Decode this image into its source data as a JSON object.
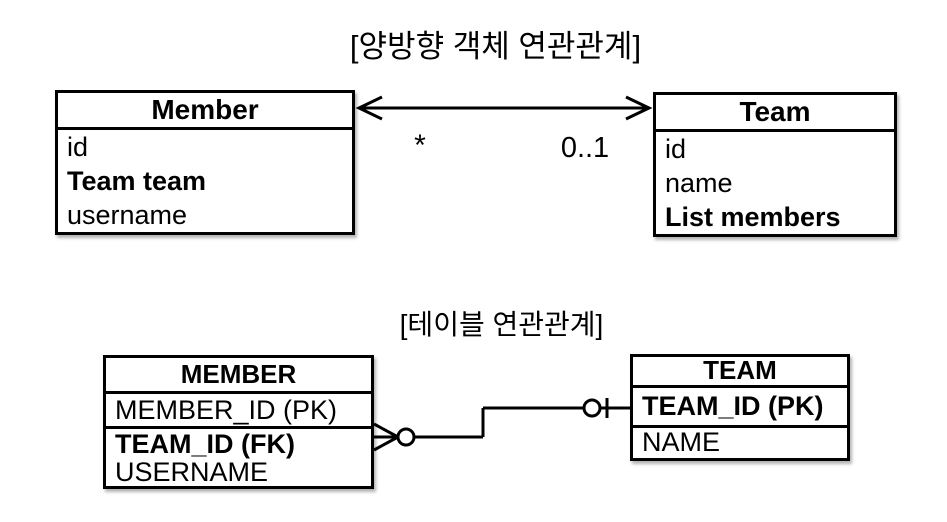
{
  "colors": {
    "line": "#000000",
    "background": "#ffffff"
  },
  "object_section": {
    "title": "[양방향 객체 연관관계]",
    "member_class": {
      "name": "Member",
      "fields": [
        {
          "label": "id",
          "bold": false
        },
        {
          "label": "Team team",
          "bold": true
        },
        {
          "label": "username",
          "bold": false
        }
      ]
    },
    "team_class": {
      "name": "Team",
      "fields": [
        {
          "label": "id",
          "bold": false
        },
        {
          "label": "name",
          "bold": false
        },
        {
          "label": "List members",
          "bold": true
        }
      ]
    },
    "association": {
      "arrow_style": "double-headed-bidirectional",
      "member_end_multiplicity": "*",
      "team_end_multiplicity": "0..1"
    }
  },
  "table_section": {
    "title": "[테이블 연관관계]",
    "member_table": {
      "name": "MEMBER",
      "columns": [
        {
          "label": "MEMBER_ID (PK)",
          "bold": false
        },
        {
          "label": "TEAM_ID (FK)",
          "bold": true
        },
        {
          "label": "USERNAME",
          "bold": false
        }
      ]
    },
    "team_table": {
      "name": "TEAM",
      "columns": [
        {
          "label": "TEAM_ID (PK)",
          "bold": true
        },
        {
          "label": "NAME",
          "bold": false
        }
      ]
    },
    "relationship": {
      "member_end_symbol": "zero-or-many-crows-foot",
      "team_end_symbol": "zero-or-one"
    }
  }
}
